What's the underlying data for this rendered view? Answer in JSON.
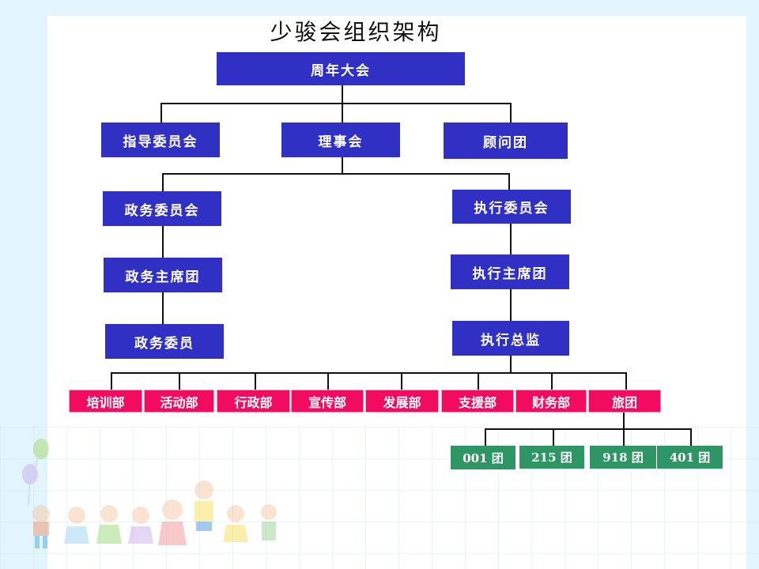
{
  "title": "少骏会组织架构",
  "colors": {
    "leadership": "#3030c4",
    "department": "#f20c60",
    "group": "#2e9664",
    "background": "#e2f5fd"
  },
  "root": {
    "label": "周年大会"
  },
  "level2": [
    {
      "label": "指导委员会"
    },
    {
      "label": "理事会"
    },
    {
      "label": "顾问团"
    }
  ],
  "political_branch": [
    {
      "label": "政务委员会"
    },
    {
      "label": "政务主席团"
    },
    {
      "label": "政务委员"
    }
  ],
  "executive_branch": [
    {
      "label": "执行委员会"
    },
    {
      "label": "执行主席团"
    },
    {
      "label": "执行总监"
    }
  ],
  "departments": [
    {
      "label": "培训部"
    },
    {
      "label": "活动部"
    },
    {
      "label": "行政部"
    },
    {
      "label": "宣传部"
    },
    {
      "label": "发展部"
    },
    {
      "label": "支援部"
    },
    {
      "label": "财务部"
    },
    {
      "label": "旅团"
    }
  ],
  "groups": [
    {
      "label": "001 团"
    },
    {
      "label": "215 团"
    },
    {
      "label": "918 团"
    },
    {
      "label": "401 团"
    }
  ],
  "decoration": {
    "illustration": "children-holding-hands-with-balloons"
  }
}
